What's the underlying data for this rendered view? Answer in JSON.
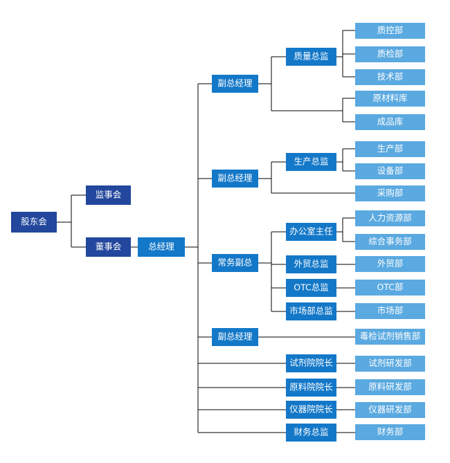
{
  "colors": {
    "navy": "#22479c",
    "blue": "#1478c8",
    "light": "#5aa9e0",
    "line": "#000000"
  },
  "nodes": {
    "shareholders": "股东会",
    "supervisors": "监事会",
    "board": "董事会",
    "gm": "总经理",
    "vgm1": "副总经理",
    "quality_dir": "质量总监",
    "qc": "质控部",
    "qi": "质检部",
    "tech": "技术部",
    "raw_store": "原材料库",
    "product_store": "成品库",
    "vgm2": "副总经理",
    "prod_dir": "生产总监",
    "prod_dept": "生产部",
    "equip": "设备部",
    "purchase": "采购部",
    "exec_vgm": "常务副总",
    "office_dir": "办公室主任",
    "hr": "人力资源部",
    "admin": "综合事务部",
    "trade_dir": "外贸总监",
    "trade_dept": "外贸部",
    "otc_dir": "OTC总监",
    "otc_dept": "OTC部",
    "market_dir": "市场部总监",
    "market_dept": "市场部",
    "vgm3": "副总经理",
    "tox_sales": "毒检试剂销售部",
    "reagent_head": "试剂院院长",
    "reagent_rd": "试剂研发部",
    "raw_head": "原料院院长",
    "raw_rd": "原料研发部",
    "instr_head": "仪器院院长",
    "instr_rd": "仪器研发部",
    "finance_dir": "财务总监",
    "finance_dept": "财务部"
  }
}
